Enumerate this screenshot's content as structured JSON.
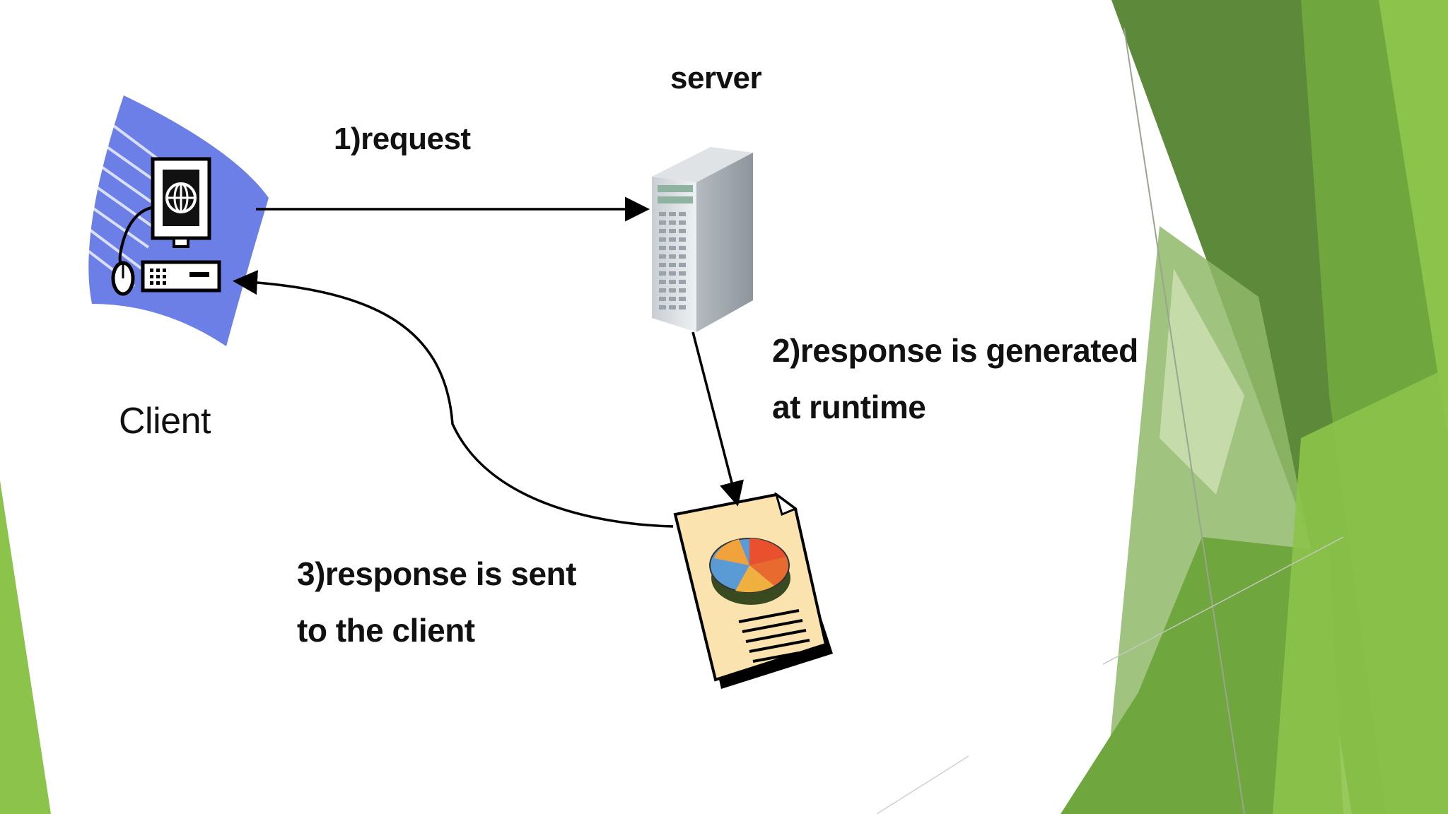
{
  "diagram": {
    "server_label": "server",
    "client_label": "Client",
    "step1_label": "1)request",
    "step2_lines": [
      "2)response is generated",
      "at runtime"
    ],
    "step3_lines": [
      "3)response is sent",
      "to the client"
    ]
  },
  "icons": [
    "client-computer-icon",
    "server-tower-icon",
    "document-piechart-icon"
  ],
  "colors": {
    "background": "#ffffff",
    "client_accent": "#6b7fe6",
    "green_dark": "#5c8a3a",
    "green_mid": "#6fa63e",
    "green_light": "#8cc34a",
    "green_pale": "#c9dfae",
    "document_fill": "#fbe3b0"
  }
}
